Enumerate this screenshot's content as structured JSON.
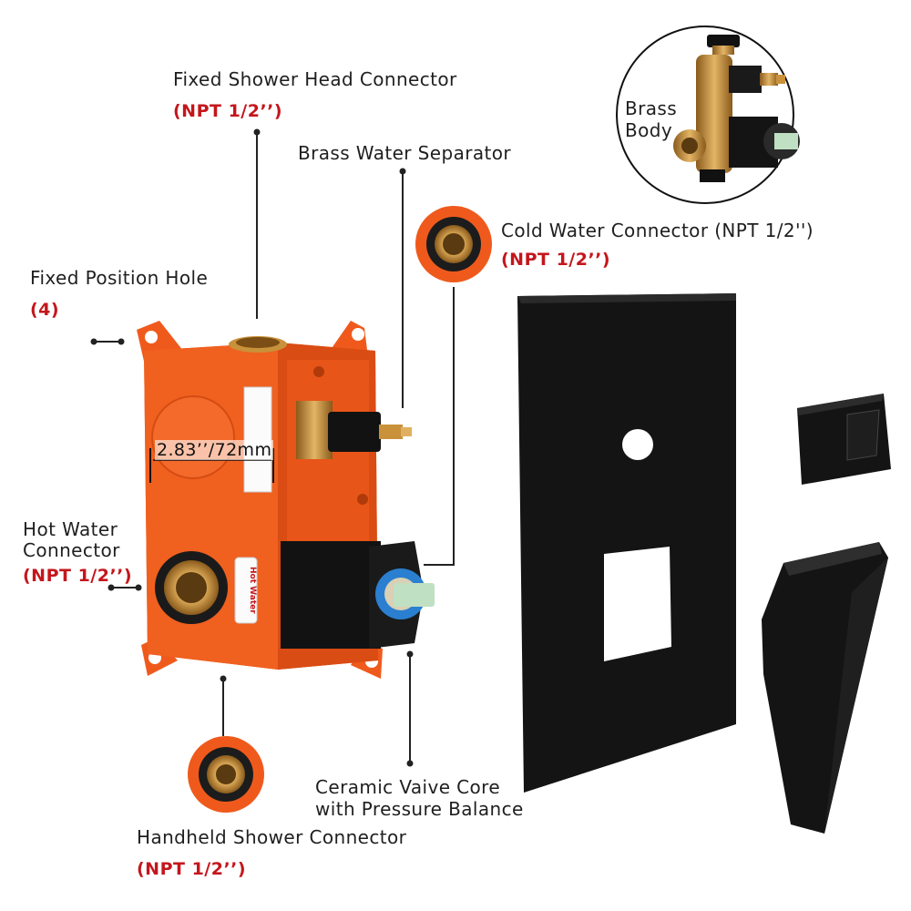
{
  "labels": {
    "fixed_shower_head": {
      "title": "Fixed Shower Head Connector",
      "spec": "(NPT 1/2’’)"
    },
    "brass_separator": {
      "title": "Brass Water Separator"
    },
    "cold_water": {
      "title": "Cold Water Connector (NPT 1/2'')",
      "spec": "(NPT 1/2’’)"
    },
    "fixed_position_hole": {
      "title": "Fixed Position Hole",
      "spec": "(4)"
    },
    "hot_water": {
      "title_line1": "Hot Water",
      "title_line2": "Connector",
      "spec": "(NPT 1/2’’)"
    },
    "ceramic_core": {
      "title_line1": "Ceramic Vaive Core",
      "title_line2": "with Pressure Balance"
    },
    "handheld": {
      "title": "Handheld Shower Connector",
      "spec": "(NPT 1/2’’)"
    },
    "brass_body": {
      "line1": "Brass",
      "line2": "Body"
    }
  },
  "product_text": {
    "dimension": "2.83’’/72mm",
    "hot_water_tag": "Hot Water"
  },
  "colors": {
    "box_orange": "#ef5a1c",
    "spec_red": "#c4161c",
    "matte_black": "#141414",
    "brass": "#c9913a"
  }
}
